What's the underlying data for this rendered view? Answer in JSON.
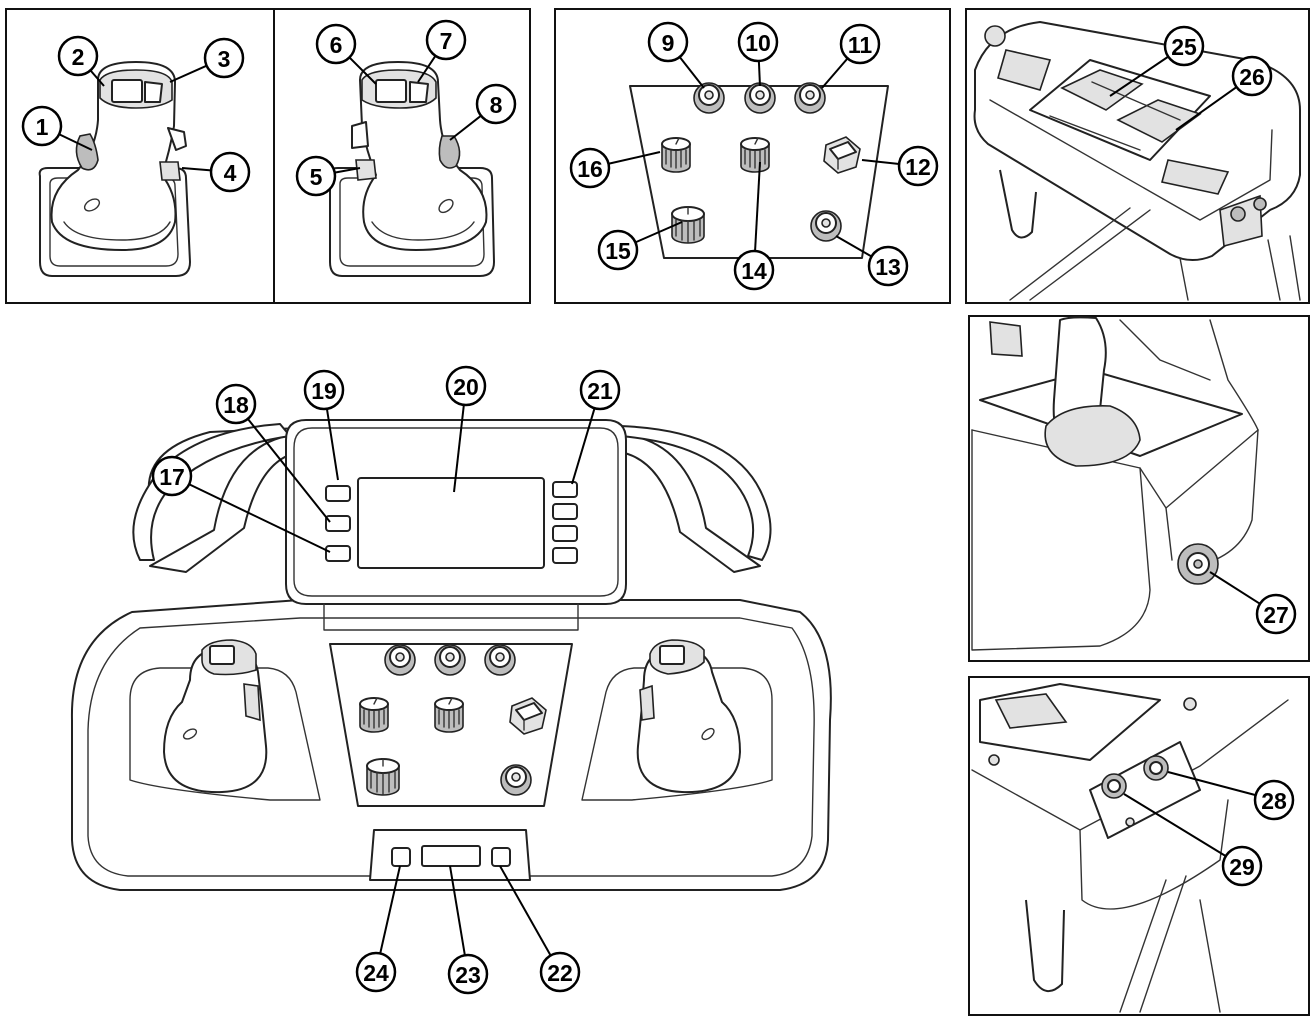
{
  "callouts": [
    {
      "id": "1",
      "label": "1"
    },
    {
      "id": "2",
      "label": "2"
    },
    {
      "id": "3",
      "label": "3"
    },
    {
      "id": "4",
      "label": "4"
    },
    {
      "id": "5",
      "label": "5"
    },
    {
      "id": "6",
      "label": "6"
    },
    {
      "id": "7",
      "label": "7"
    },
    {
      "id": "8",
      "label": "8"
    },
    {
      "id": "9",
      "label": "9"
    },
    {
      "id": "10",
      "label": "10"
    },
    {
      "id": "11",
      "label": "11"
    },
    {
      "id": "12",
      "label": "12"
    },
    {
      "id": "13",
      "label": "13"
    },
    {
      "id": "14",
      "label": "14"
    },
    {
      "id": "15",
      "label": "15"
    },
    {
      "id": "16",
      "label": "16"
    },
    {
      "id": "17",
      "label": "17"
    },
    {
      "id": "18",
      "label": "18"
    },
    {
      "id": "19",
      "label": "19"
    },
    {
      "id": "20",
      "label": "20"
    },
    {
      "id": "21",
      "label": "21"
    },
    {
      "id": "22",
      "label": "22"
    },
    {
      "id": "23",
      "label": "23"
    },
    {
      "id": "24",
      "label": "24"
    },
    {
      "id": "25",
      "label": "25"
    },
    {
      "id": "26",
      "label": "26"
    },
    {
      "id": "27",
      "label": "27"
    },
    {
      "id": "28",
      "label": "28"
    },
    {
      "id": "29",
      "label": "29"
    }
  ]
}
